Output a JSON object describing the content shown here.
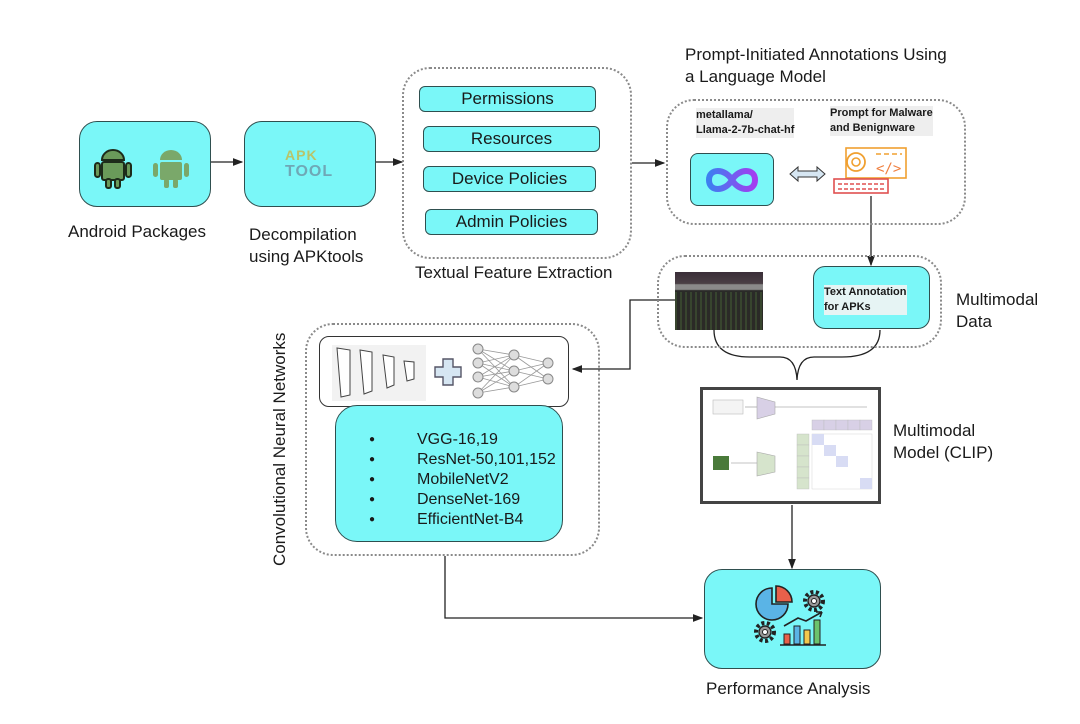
{
  "stages": {
    "android_packages": {
      "label": "Android Packages"
    },
    "decompilation": {
      "label_line1": "Decompilation",
      "label_line2": "using APKtools",
      "logo_text_top": "APK",
      "logo_text_bottom": "TOOL"
    },
    "feature_extraction": {
      "label": "Textual Feature Extraction",
      "features": [
        "Permissions",
        "Resources",
        "Device Policies",
        "Admin Policies"
      ]
    },
    "language_model": {
      "title_line1": "Prompt-Initiated Annotations Using",
      "title_line2": "a Language Model",
      "model_name_line1": "metallama/",
      "model_name_line2": "Llama-2-7b-chat-hf",
      "prompt_line1": "Prompt for Malware",
      "prompt_line2": "and Benignware"
    },
    "multimodal_data": {
      "label_line1": "Multimodal",
      "label_line2": "Data",
      "annotation_line1": "Text Annotation",
      "annotation_line2": "for APKs"
    },
    "cnn": {
      "label": "Convolutional Neural Networks",
      "models": [
        "VGG-16,19",
        "ResNet-50,101,152",
        "MobileNetV2",
        "DenseNet-169",
        "EfficientNet-B4"
      ]
    },
    "clip": {
      "label_line1": "Multimodal",
      "label_line2": "Model (CLIP)"
    },
    "performance": {
      "label": "Performance Analysis"
    }
  },
  "colors": {
    "box_fill": "#7af7f8",
    "box_border": "#2f4f4f",
    "dotted_border": "#8a8a8a"
  }
}
